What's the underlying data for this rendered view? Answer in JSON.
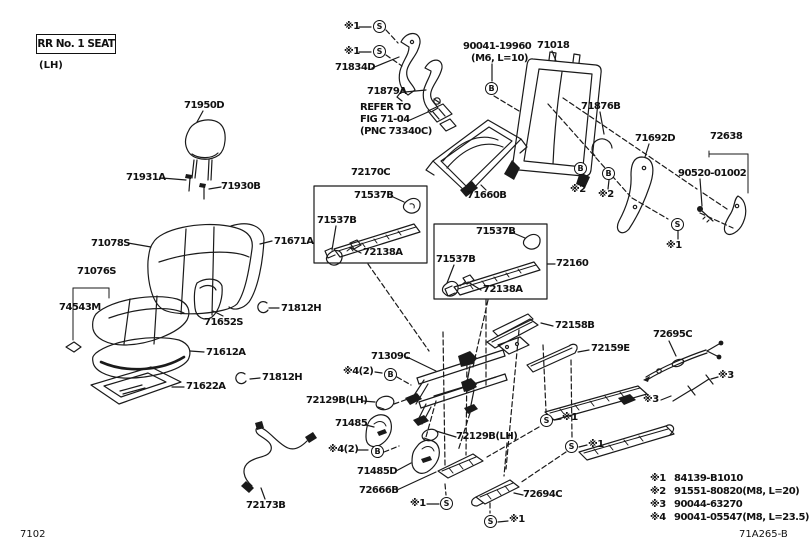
{
  "header": {
    "title": "RR No. 1 SEAT",
    "side_note": "(LH)"
  },
  "footer": {
    "page_code": "7102",
    "figure_code": "71A265-B"
  },
  "refer_note": {
    "line1": "REFER TO",
    "line2": "FIG 71-04",
    "line3": "(PNC 73340C)"
  },
  "symbols": {
    "s": "S",
    "b": "B"
  },
  "marker_texts": {
    "x1": "※1",
    "x2": "※2",
    "x3": "※3",
    "x4": "※4(2)"
  },
  "parts": {
    "p71950d": "71950D",
    "p71931a": "71931A",
    "p71930b": "71930B",
    "p71078s": "71078S",
    "p71671a": "71671A",
    "p71076s": "71076S",
    "p74543m": "74543M",
    "p71652s": "71652S",
    "p71812h": "71812H",
    "p71612a": "71612A",
    "p71622a": "71622A",
    "p72173b": "72173B",
    "p71834d": "71834D",
    "p71879a": "71879A",
    "p90041_19960": "90041-19960",
    "p90041_19960_spec": "(M6, L=10)",
    "p71018": "71018",
    "p71876b": "71876B",
    "p71692d": "71692D",
    "p72638": "72638",
    "p90520_01002": "90520-01002",
    "p72170c": "72170C",
    "p71537b": "71537B",
    "p72138a": "72138A",
    "p71660b": "71660B",
    "p72160": "72160",
    "p72158b": "72158B",
    "p72159e": "72159E",
    "p72695c": "72695C",
    "p71309c": "71309C",
    "p72129b_lh": "72129B(LH)",
    "p71485": "71485",
    "p71485d": "71485D",
    "p72666b": "72666B",
    "p72694c": "72694C"
  },
  "legend": [
    {
      "marker": "※1",
      "part_no": "84139-B1010"
    },
    {
      "marker": "※2",
      "part_no": "91551-80820(M8, L=20)"
    },
    {
      "marker": "※3",
      "part_no": "90044-63270"
    },
    {
      "marker": "※4",
      "part_no": "90041-05547(M8, L=23.5)"
    }
  ],
  "colors": {
    "line": "#1a1a1a",
    "background": "#ffffff"
  }
}
